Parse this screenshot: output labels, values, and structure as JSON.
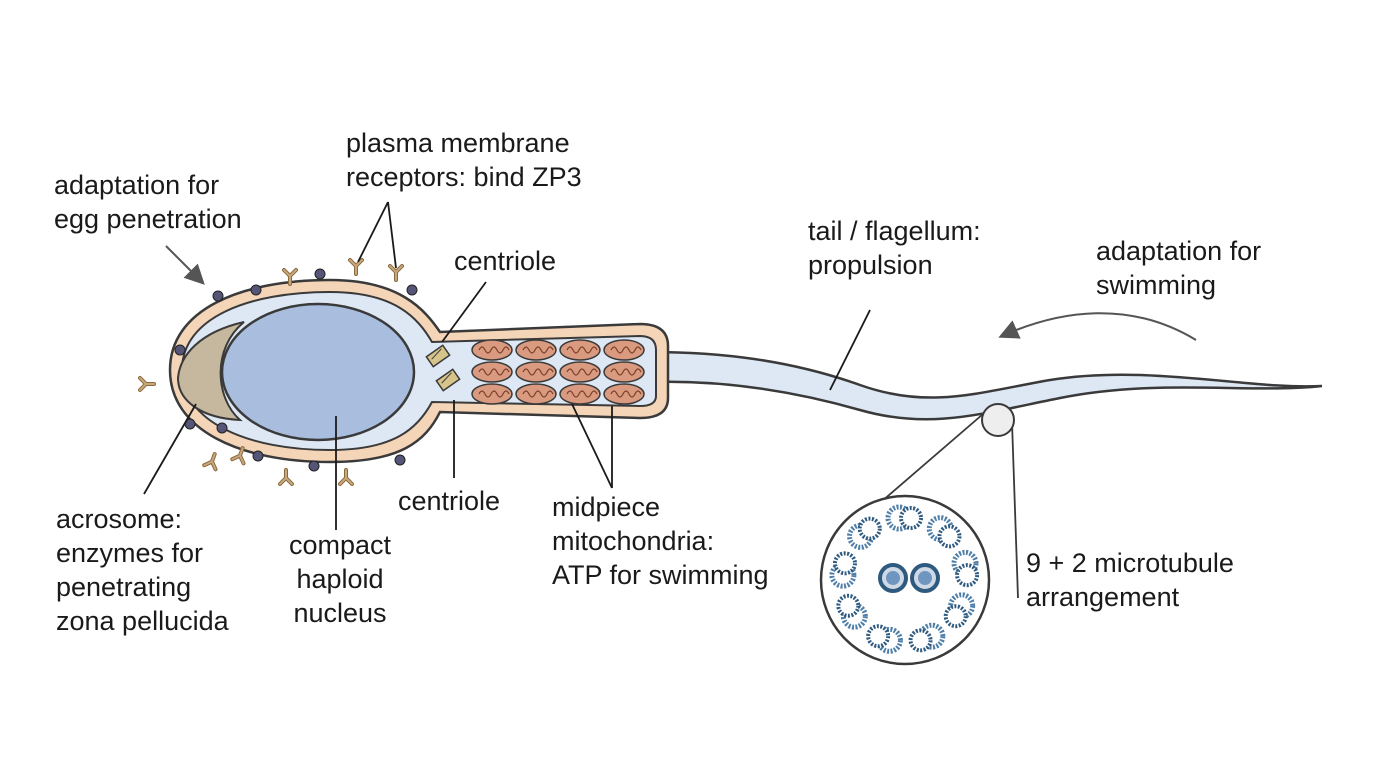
{
  "labels": {
    "egg_adaptation": [
      "adaptation for",
      "egg penetration"
    ],
    "plasma_membrane": [
      "plasma membrane",
      "receptors: bind ZP3"
    ],
    "centriole_top": [
      "centriole"
    ],
    "tail": [
      "tail / flagellum:",
      "propulsion"
    ],
    "swim_adaptation": [
      "adaptation for",
      "swimming"
    ],
    "acrosome": [
      "acrosome:",
      "enzymes for",
      "penetrating",
      "zona pellucida"
    ],
    "nucleus": [
      "compact",
      "haploid",
      "nucleus"
    ],
    "centriole_bottom": [
      "centriole"
    ],
    "midpiece": [
      "midpiece",
      "mitochondria:",
      "ATP for swimming"
    ],
    "microtubule": [
      "9 + 2 microtubule",
      "arrangement"
    ]
  },
  "colors": {
    "outline": "#3a3a3a",
    "membrane": "#f5d5b8",
    "cytoplasm": "#dde8f4",
    "nucleus": "#a9bedf",
    "acrosome": "#c6b89e",
    "mitochondria": "#d99a80",
    "centriole": "#d6c48a",
    "receptor": "#c8a87a",
    "dot": "#555577",
    "microtubule": "#4f7fa8"
  }
}
